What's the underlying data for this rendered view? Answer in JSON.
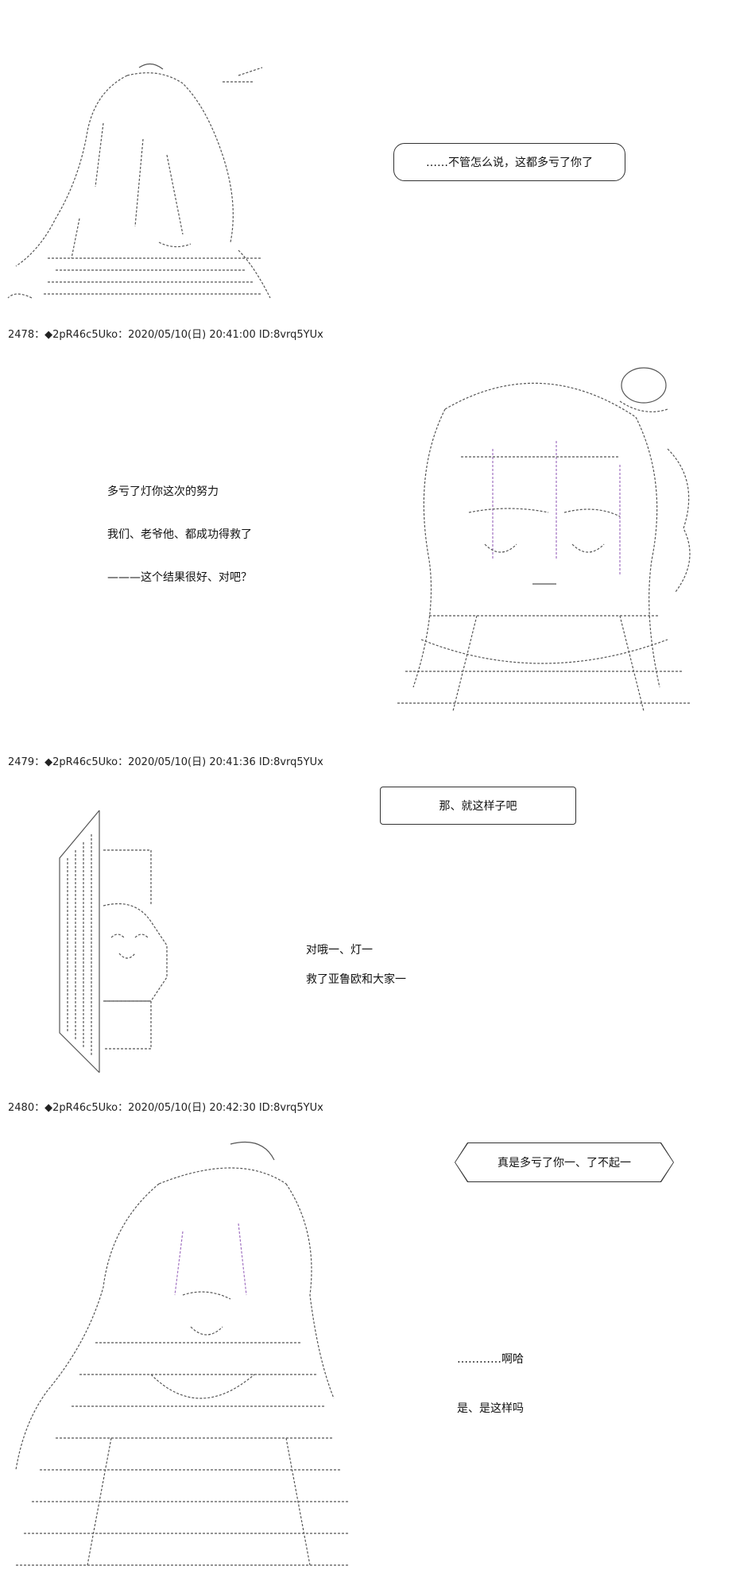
{
  "posts": [
    {
      "header": "2478：◆2pR46c5Uko：2020/05/10(日) 20:41:00 ID:8vrq5YUx",
      "bubble": "……不管怎么说，这都多亏了你了",
      "lines": []
    },
    {
      "header": "2479：◆2pR46c5Uko：2020/05/10(日) 20:41:36 ID:8vrq5YUx",
      "bubble": "",
      "lines": [
        "多亏了灯你这次的努力",
        "我们、老爷他、都成功得救了",
        "———这个结果很好、对吧？"
      ]
    },
    {
      "header": "2480：◆2pR46c5Uko：2020/05/10(日) 20:42:30 ID:8vrq5YUx",
      "bubble": "那、就这样子吧",
      "lines": [
        "对哦一、灯一",
        "救了亚鲁欧和大家一"
      ]
    },
    {
      "header": "",
      "bubble": "真是多亏了你一、了不起一",
      "lines": [
        "…………啊哈",
        "是、是这样吗"
      ]
    }
  ]
}
